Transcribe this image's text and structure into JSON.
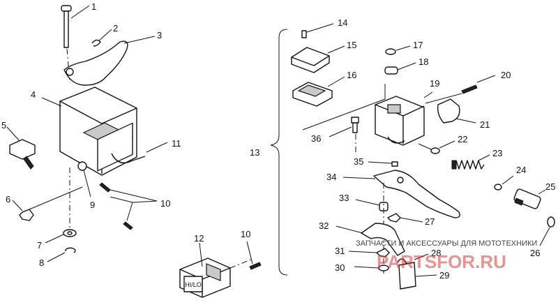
{
  "callouts": [
    "1",
    "2",
    "3",
    "4",
    "5",
    "6",
    "7",
    "8",
    "9",
    "10",
    "10",
    "11",
    "12",
    "10",
    "13",
    "14",
    "15",
    "16",
    "17",
    "18",
    "19",
    "20",
    "21",
    "36",
    "22",
    "23",
    "24",
    "25",
    "35",
    "34",
    "33",
    "27",
    "32",
    "31",
    "28",
    "30",
    "29",
    "26"
  ],
  "switch_label": "HI/LO",
  "watermark": {
    "caption": "ЗАПЧАСТИ И АКСЕССУАРЫ ДЛЯ МОТОТЕХНИКИ",
    "logo": "PARTSFOR.RU"
  }
}
